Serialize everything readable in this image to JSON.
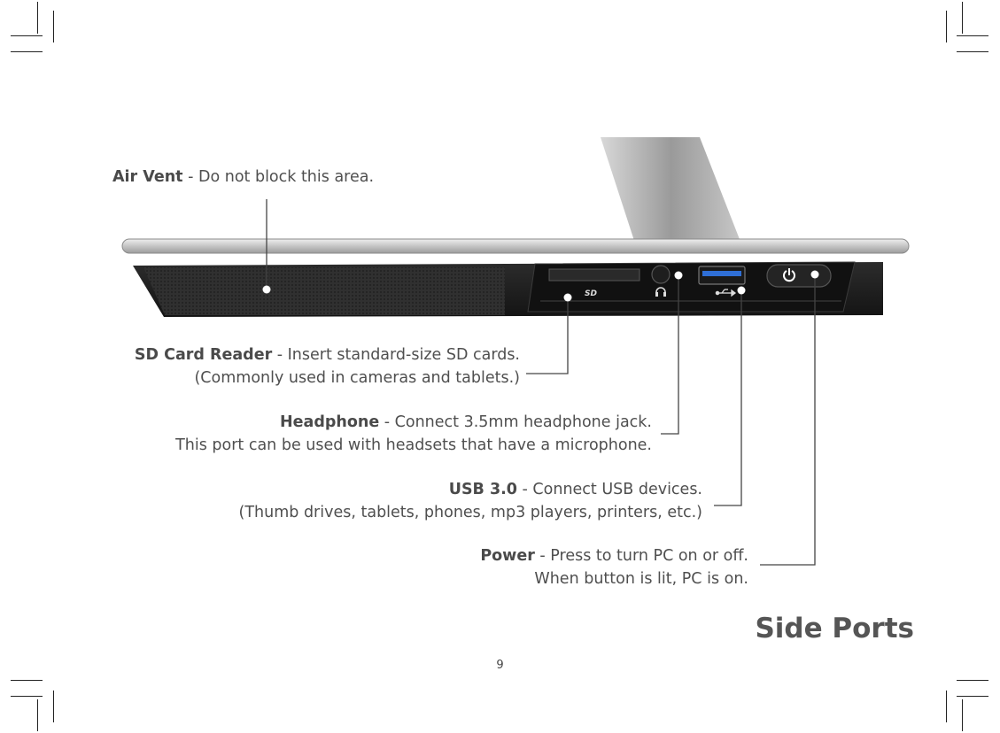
{
  "title": "Side Ports",
  "page_number": "9",
  "callouts": {
    "air_vent": {
      "name": "Air Vent",
      "desc": " - Do not block this area."
    },
    "sd_card": {
      "name": "SD Card Reader",
      "desc": " -  Insert standard-size SD cards.",
      "line2": "(Commonly used in cameras and tablets.)"
    },
    "headphone": {
      "name": "Headphone",
      "desc": " - Connect 3.5mm headphone jack.",
      "line2": "This port can be used with headsets that have a microphone."
    },
    "usb": {
      "name": "USB 3.0",
      "desc": " - Connect USB devices.",
      "line2": "(Thumb drives, tablets, phones, mp3 players, printers, etc.)"
    },
    "power": {
      "name": "Power",
      "desc": " - Press to turn PC on or off.",
      "line2": "When button is lit, PC is on."
    }
  },
  "icons": [
    "sd-logo-icon",
    "headphone-icon",
    "usb-icon",
    "power-icon"
  ],
  "colors": {
    "usb_port": "#2f6fd6",
    "device_body": "#1c1c1c",
    "stand": "#a8a8a8"
  }
}
